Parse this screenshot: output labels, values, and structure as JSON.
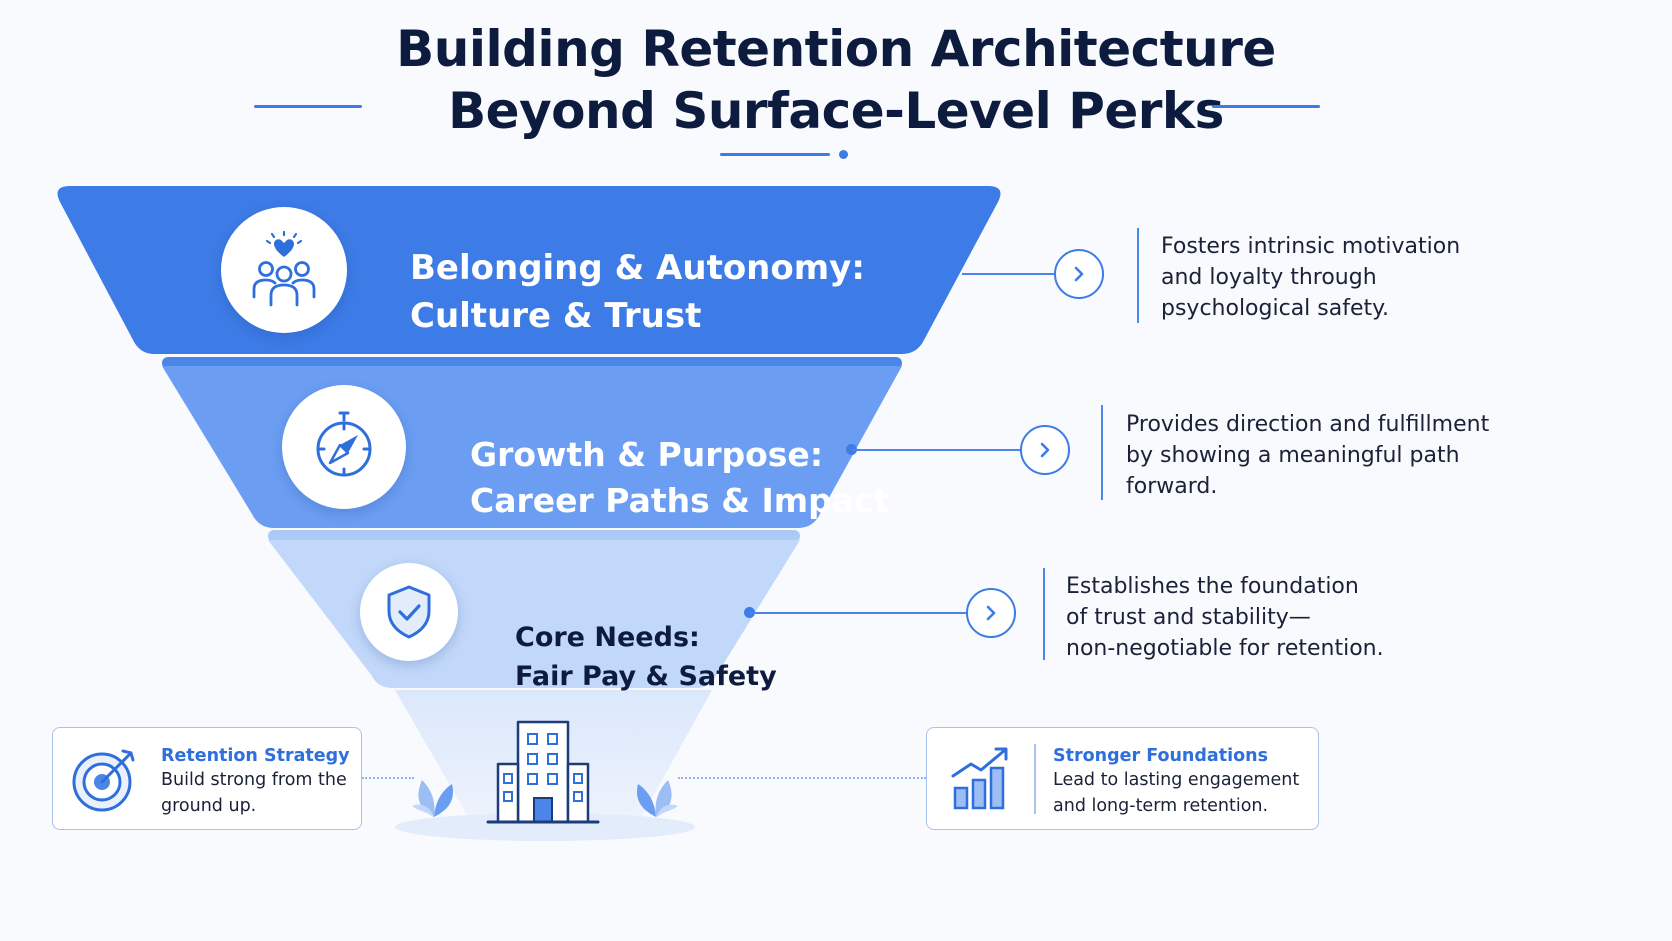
{
  "header": {
    "title_line1": "Building Retention Architecture",
    "title_line2": "Beyond Surface-Level Perks"
  },
  "tiers": [
    {
      "heading_line1": "Belonging & Autonomy:",
      "heading_line2": "Culture & Trust",
      "icon": "people-heart-icon",
      "fill": "#3d7be6",
      "desc_lines": [
        "Fosters intrinsic motivation",
        "and loyalty through",
        "psychological safety."
      ]
    },
    {
      "heading_line1": "Growth & Purpose:",
      "heading_line2": "Career Paths & Impact",
      "icon": "compass-icon",
      "fill": "#6b9ef2",
      "desc_lines": [
        "Provides direction and fulfillment",
        "by showing a meaningful path",
        "forward."
      ]
    },
    {
      "heading_line1": "Core Needs:",
      "heading_line2": "Fair Pay & Safety",
      "icon": "shield-check-icon",
      "fill": "#c2d8fa",
      "desc_lines": [
        "Establishes the foundation",
        "of trust and stability—",
        "non-negotiable for retention."
      ]
    }
  ],
  "cards": {
    "left": {
      "title": "Retention Strategy",
      "lines": [
        "Build strong from the",
        "ground up."
      ],
      "icon": "target-icon"
    },
    "right": {
      "title": "Stronger Foundations",
      "lines": [
        "Lead to lasting engagement",
        "and long-term retention."
      ],
      "icon": "bar-chart-growth-icon"
    }
  },
  "base_icon": "building-icon",
  "colors": {
    "accent": "#3d7be6",
    "title": "#0d1b3e",
    "card_title": "#2f6fdc"
  }
}
